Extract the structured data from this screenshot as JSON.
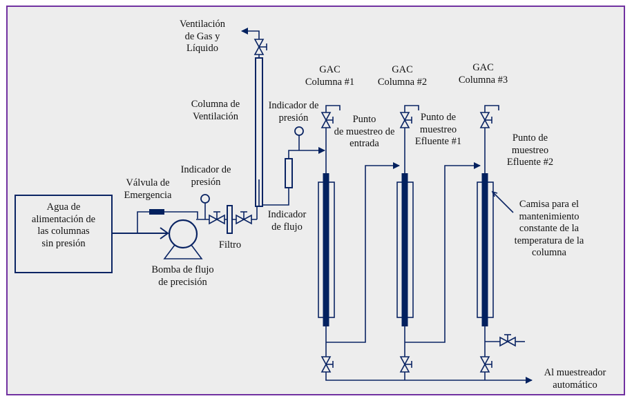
{
  "diagram": {
    "title": "GAC columns flow diagram",
    "colors": {
      "line": "#0A2463",
      "fill": "#03215F",
      "border": "#7030A0",
      "background": "#EDEDED"
    },
    "labels": {
      "vent_gas_liquid": "Ventilación\nde Gas y\nLíquido",
      "vent_column": "Columna de\nVentilación",
      "pressure_indicator_top": "Indicador de\npresión",
      "pressure_indicator_bottom": "Indicador de\npresión",
      "emergency_valve": "Válvula de\nEmergencia",
      "feed_water": "Agua de\nalimentación de\nlas columnas\nsin presión",
      "pump": "Bomba de flujo\nde precisión",
      "filter": "Filtro",
      "flow_indicator": "Indicador\nde flujo",
      "gac_col1": "GAC\nColumna #1",
      "gac_col2": "GAC\nColumna #2",
      "gac_col3": "GAC\nColumna #3",
      "sample_inlet": "Punto\nde muestreo de\nentrada",
      "sample_eff1": "Punto de\nmuestreo\nEfluente #1",
      "sample_eff2": "Punto de\nmuestreo\nEfluente #2",
      "jacket": "Camisa para el\nmantenimiento\nconstante de la\ntemperatura de la\ncolumna",
      "autosampler": "Al muestreador\nautomático"
    }
  }
}
